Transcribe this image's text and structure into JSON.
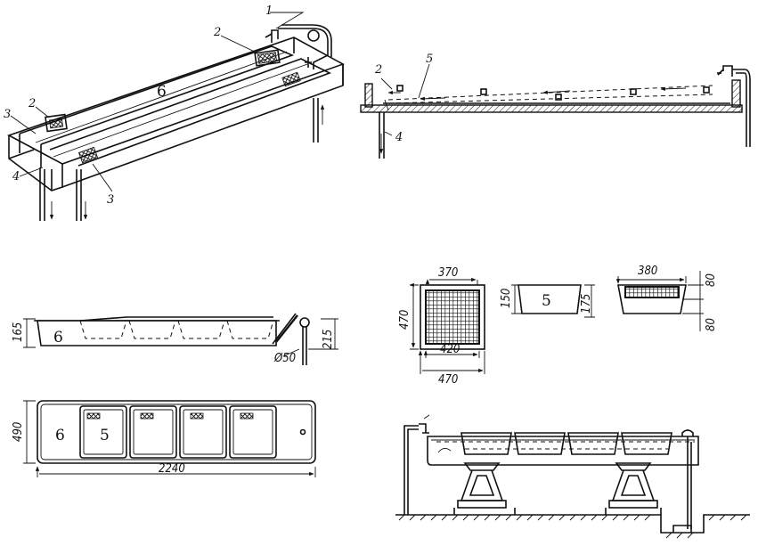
{
  "perspective": {
    "labels": [
      "1",
      "2",
      "2",
      "3",
      "3",
      "4",
      "6"
    ]
  },
  "section": {
    "labels": [
      "2",
      "5",
      "4"
    ]
  },
  "side_view": {
    "box_label": "6",
    "dims": [
      "165",
      "215",
      "Ø50"
    ]
  },
  "plan_view": {
    "labels": [
      "6",
      "5"
    ],
    "dims": [
      "490",
      "2240"
    ]
  },
  "grid_detail": {
    "dims": [
      "370",
      "470",
      "420",
      "470"
    ]
  },
  "box_detail": {
    "label": "5",
    "dims": [
      "150",
      "175"
    ]
  },
  "tray_detail": {
    "dims": [
      "380",
      "80",
      "80"
    ]
  }
}
